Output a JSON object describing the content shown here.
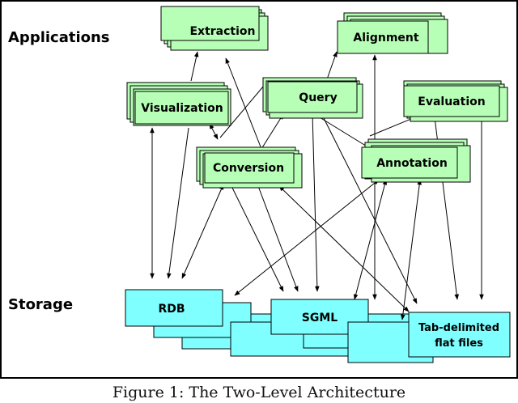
{
  "layers": {
    "applications": "Applications",
    "storage": "Storage"
  },
  "applications": {
    "extraction": "Extraction",
    "alignment": "Alignment",
    "visualization": "Visualization",
    "query": "Query",
    "evaluation": "Evaluation",
    "conversion": "Conversion",
    "annotation": "Annotation"
  },
  "storage": {
    "rdb": "RDB",
    "sgml": "SGML",
    "tab_line1": "Tab-delimited",
    "tab_line2": "flat files"
  },
  "caption": "Figure 1: The Two-Level Architecture",
  "colors": {
    "app_fill": "#b7ffb7",
    "storage_fill": "#7fffff",
    "line": "#000000"
  }
}
